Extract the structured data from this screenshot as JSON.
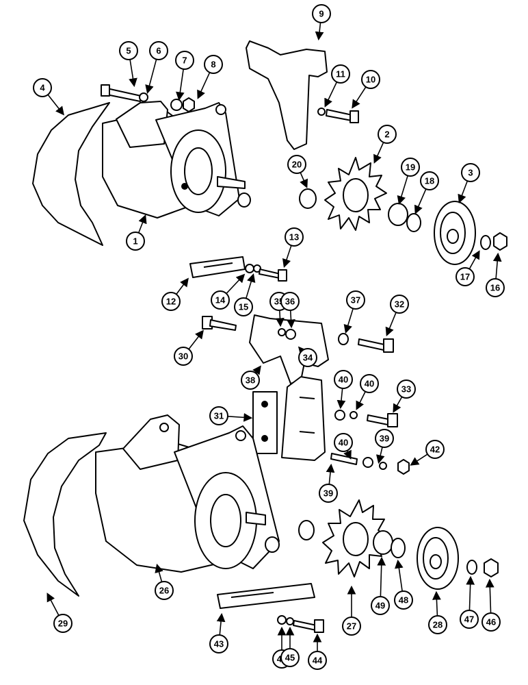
{
  "diagram": {
    "type": "exploded-parts-diagram",
    "background": "#ffffff",
    "ink": "#000000",
    "callouts": [
      "1",
      "2",
      "3",
      "4",
      "5",
      "6",
      "7",
      "8",
      "9",
      "10",
      "11",
      "12",
      "13",
      "14",
      "15",
      "16",
      "17",
      "18",
      "19",
      "20",
      "26",
      "27",
      "28",
      "29",
      "30",
      "31",
      "32",
      "33",
      "34",
      "35",
      "36",
      "37",
      "38",
      "39",
      "39",
      "40",
      "40",
      "40",
      "41",
      "42",
      "43",
      "44",
      "45",
      "46",
      "47",
      "48",
      "49"
    ]
  }
}
